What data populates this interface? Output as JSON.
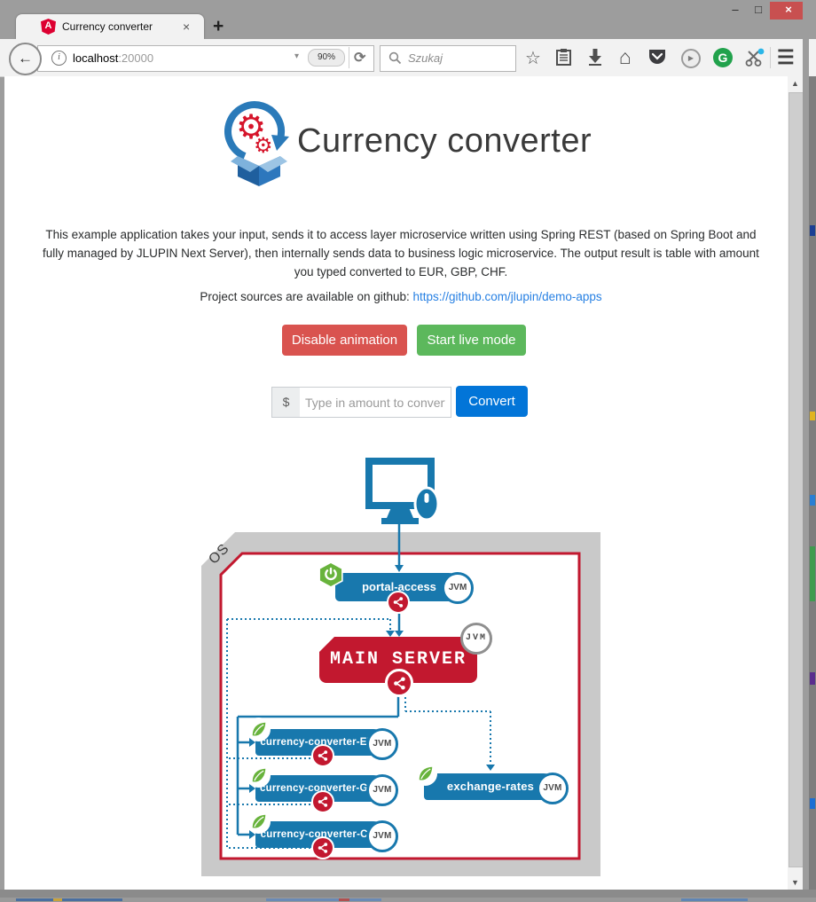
{
  "window": {
    "minimize": "–",
    "maximize": "□",
    "close": "×"
  },
  "browser": {
    "tab": {
      "title": "Currency converter",
      "close": "×"
    },
    "new_tab": "+",
    "nav": {
      "back": "←",
      "url_host": "localhost",
      "url_port": ":20000",
      "dropdown": "▾",
      "zoom_level": "90%",
      "reload": "⟳",
      "search_placeholder": "Szukaj",
      "star": "☆",
      "home": "⌂",
      "play": "▶",
      "grammarly": "G",
      "menu": "☰",
      "scroll_up": "▲",
      "scroll_down": "▼"
    }
  },
  "page": {
    "title": "Currency converter",
    "description": "This example application takes your input, sends it to access layer microservice written using Spring REST (based on Spring Boot and fully managed by JLUPIN Next Server), then internally sends data to business logic microservice. The output result is table with amount you typed converted to EUR, GBP, CHF.",
    "sources_prefix": "Project sources are available on github: ",
    "sources_link": "https://github.com/jlupin/demo-apps",
    "disable_button": "Disable animation",
    "live_button": "Start live mode",
    "amount_prefix": "$",
    "amount_placeholder": "Type in amount to convert",
    "convert_button": "Convert"
  },
  "diagram": {
    "os_label": "OS",
    "jvm_label": "JVM",
    "portal_label": "portal-access",
    "main_label": "MAIN SERVER",
    "eur_label": "currency-converter-EUR",
    "gbp_label": "currency-converter-GBP",
    "chf_label": "currency-converter-CHF",
    "rates_label": "exchange-rates"
  },
  "colors": {
    "node_blue": "#1878ad",
    "server_red": "#c2182f",
    "spring_green": "#68b33c",
    "danger_red": "#d9534f",
    "success_green": "#5cb85c",
    "primary_blue": "#0275d8",
    "link_blue": "#2780e3"
  }
}
